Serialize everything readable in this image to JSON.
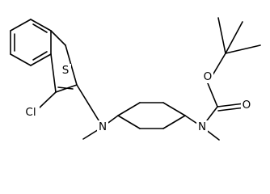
{
  "atoms": {
    "sulfur": "S",
    "chlorine": "Cl",
    "amine_nitrogen_left": "N",
    "amine_nitrogen_right": "N",
    "ester_oxygen": "O",
    "carbonyl_oxygen": "O"
  },
  "colors": {
    "bond": "#000000",
    "label": "#000000",
    "background": "#ffffff"
  }
}
